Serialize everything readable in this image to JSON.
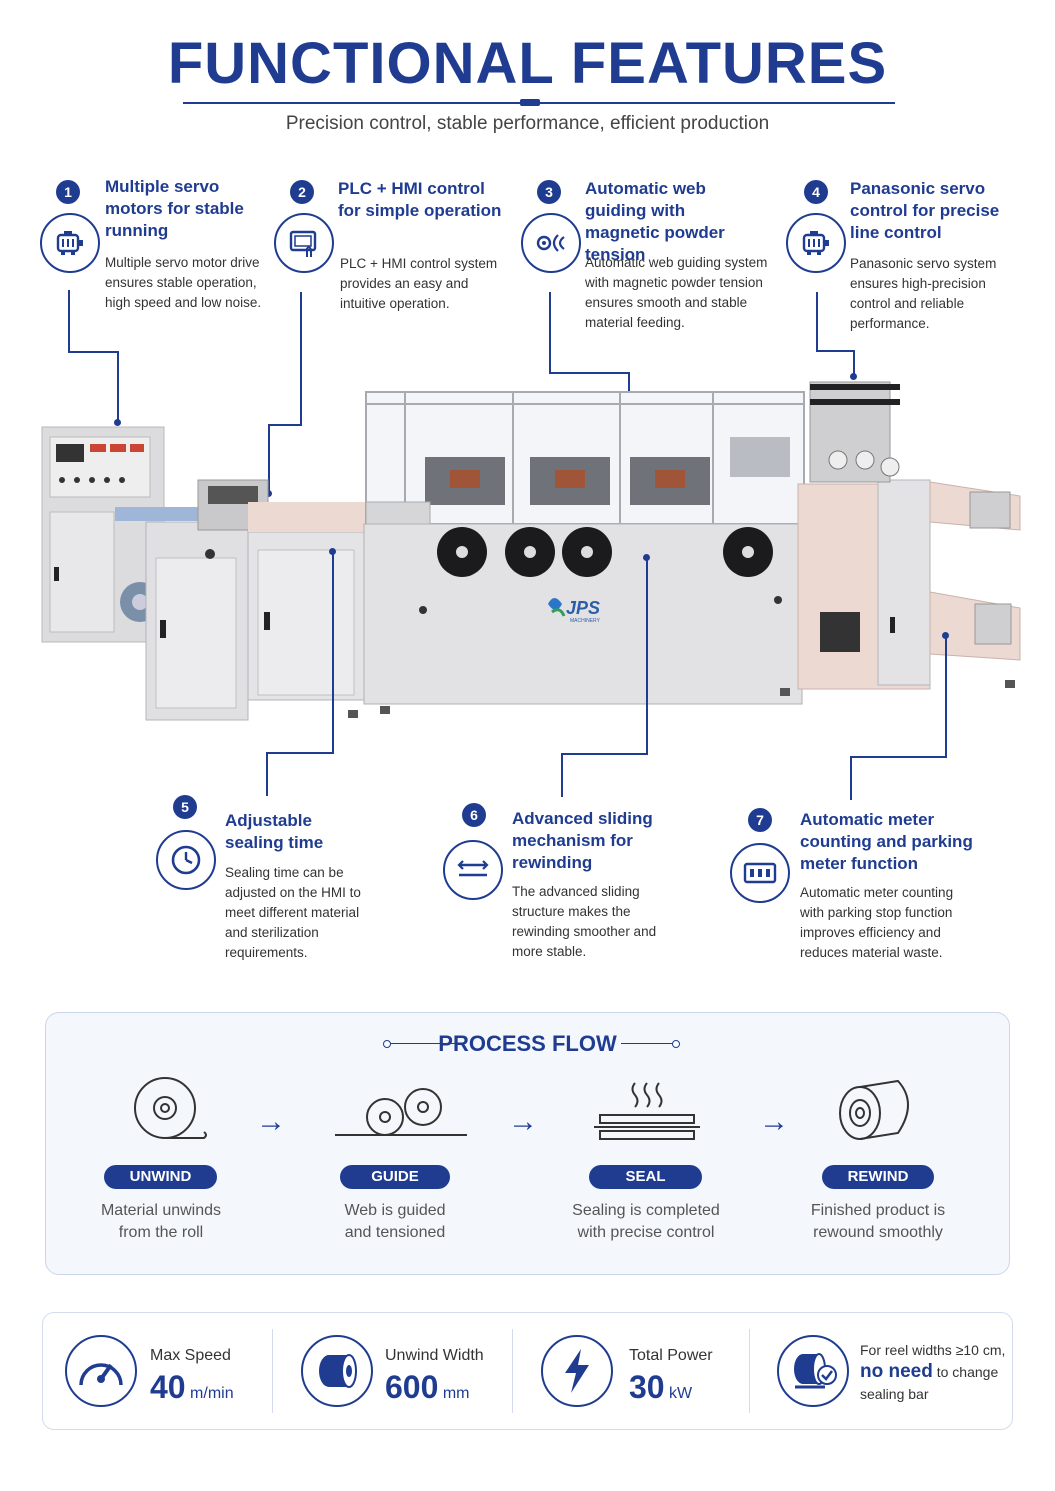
{
  "header": {
    "title": "FUNCTIONAL FEATURES",
    "subtitle": "Precision control, stable performance, efficient production"
  },
  "features": [
    {
      "num": "1",
      "title": "Multiple servo motors for stable running",
      "desc": "Multiple servo motor drive ensures stable operation, high speed and low noise.",
      "icon": "servo-motor-icon"
    },
    {
      "num": "2",
      "title": "PLC + HMI control for simple operation",
      "desc": "PLC + HMI control system provides an easy and intuitive operation.",
      "icon": "touch-screen-icon"
    },
    {
      "num": "3",
      "title": "Automatic web guiding with magnetic powder tension",
      "desc": "Automatic web guiding system with magnetic powder tension ensures smooth and stable material feeding.",
      "icon": "web-guide-icon"
    },
    {
      "num": "4",
      "title": "Panasonic servo control for precise line control",
      "desc": "Panasonic servo system ensures high-precision control and reliable performance.",
      "icon": "servo-motor-icon"
    },
    {
      "num": "5",
      "title": "Adjustable sealing time",
      "desc": "Sealing time can be adjusted on the HMI to meet different material and sterilization requirements.",
      "icon": "clock-icon"
    },
    {
      "num": "6",
      "title": "Advanced sliding mechanism for rewinding",
      "desc": "The advanced sliding structure makes the rewinding smoother and more stable.",
      "icon": "sliding-arrows-icon"
    },
    {
      "num": "7",
      "title": "Automatic meter counting and parking meter function",
      "desc": "Automatic meter counting with parking stop function improves efficiency and reduces material waste.",
      "icon": "meter-counter-icon"
    }
  ],
  "machine": {
    "brand": "JPS",
    "brand_sub": "MACHINERY"
  },
  "process_flow": {
    "title": "PROCESS FLOW",
    "steps": [
      {
        "label": "UNWIND",
        "desc_line1": "Material unwinds",
        "desc_line2": "from the roll"
      },
      {
        "label": "GUIDE",
        "desc_line1": "Web is guided",
        "desc_line2": "and tensioned"
      },
      {
        "label": "SEAL",
        "desc_line1": "Sealing is completed",
        "desc_line2": "with precise control"
      },
      {
        "label": "REWIND",
        "desc_line1": "Finished product is",
        "desc_line2": "rewound smoothly"
      }
    ]
  },
  "specs": [
    {
      "label": "Max Speed",
      "value": "40",
      "unit": "m/min",
      "icon": "speedometer-icon"
    },
    {
      "label": "Unwind Width",
      "value": "600",
      "unit": "mm",
      "icon": "roll-icon"
    },
    {
      "label": "Total Power",
      "value": "30",
      "unit": "kW",
      "icon": "lightning-icon"
    },
    {
      "note_line1": "For reel widths ≥10 cm,",
      "note_bold": "no need",
      "note_line2_rest": "to change",
      "note_line3": "sealing bar",
      "icon": "reel-check-icon"
    }
  ],
  "colors": {
    "accent": "#1f3c91",
    "panel_bg": "#f4f7fc",
    "machine_grey": "#e4e4e6",
    "machine_pink": "#ecd9d2"
  }
}
